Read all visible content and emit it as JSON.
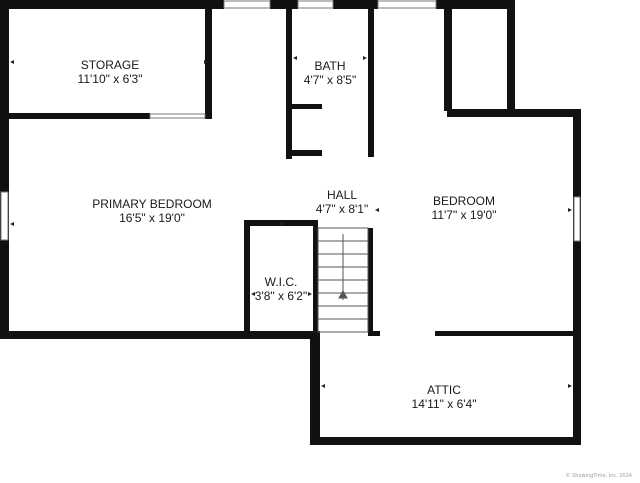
{
  "floorplan": {
    "rooms": [
      {
        "id": "storage",
        "name": "STORAGE",
        "dims": "11'10\" x 6'3\""
      },
      {
        "id": "bath",
        "name": "BATH",
        "dims": "4'7\" x 8'5\""
      },
      {
        "id": "primary-bedroom",
        "name": "PRIMARY BEDROOM",
        "dims": "16'5\" x 19'0\""
      },
      {
        "id": "hall",
        "name": "HALL",
        "dims": "4'7\" x 8'1\""
      },
      {
        "id": "bedroom",
        "name": "BEDROOM",
        "dims": "11'7\" x 19'0\""
      },
      {
        "id": "wic",
        "name": "W.I.C.",
        "dims": "3'8\" x 6'2\""
      },
      {
        "id": "attic",
        "name": "ATTIC",
        "dims": "14'11\" x 6'4\""
      }
    ],
    "copyright": "© ShowingTime, Inc. 2024",
    "colors": {
      "wall": "#111111",
      "window": "#777777",
      "stair": "#555555"
    }
  }
}
